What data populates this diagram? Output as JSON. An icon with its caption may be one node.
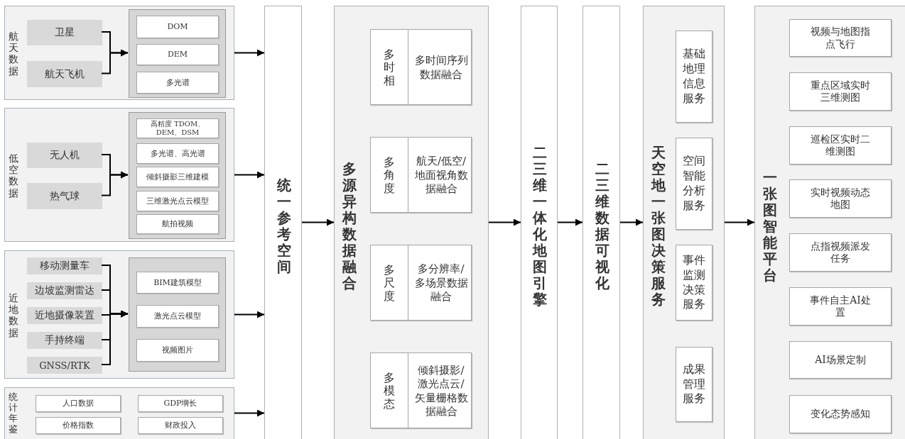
{
  "diagram": {
    "nodes": [
      {
        "text": [
          "航天数据"
        ]
      },
      {
        "text": [
          "卫星"
        ],
        "in": 0
      },
      {
        "text": [
          "航天飞机"
        ],
        "in": 0
      },
      {
        "text": [],
        "shape": "box",
        "in": 0
      },
      {
        "text": [
          "DOM"
        ],
        "in": 3
      },
      {
        "text": [
          "DEM"
        ],
        "in": 3
      },
      {
        "text": [
          "多光谱"
        ],
        "in": 3
      },
      {
        "text": [
          "低空数据"
        ]
      },
      {
        "text": [
          "无人机"
        ],
        "in": 7
      },
      {
        "text": [
          "热气球"
        ],
        "in": 7
      },
      {
        "text": [],
        "shape": "box",
        "in": 7
      },
      {
        "text": [
          "高精度 TDOM、DEM、DSM"
        ],
        "in": 10
      },
      {
        "text": [
          "多光谱、高光谱"
        ],
        "in": 10
      },
      {
        "text": [
          "倾斜摄影三维建模"
        ],
        "in": 10
      },
      {
        "text": [
          "三维激光点云模型"
        ],
        "in": 10
      },
      {
        "text": [
          "航拍视频"
        ],
        "in": 10
      },
      {
        "text": [
          "近地数据"
        ]
      },
      {
        "text": [
          "移动测量车"
        ],
        "in": 16
      },
      {
        "text": [
          "边坡监测雷达"
        ],
        "in": 16
      },
      {
        "text": [
          "近地摄像装置"
        ],
        "in": 16
      },
      {
        "text": [
          "手持终端"
        ],
        "in": 16
      },
      {
        "text": [
          "GNSS/RTK"
        ],
        "in": 16
      },
      {
        "text": [],
        "shape": "box",
        "in": 16
      },
      {
        "text": [
          "BIM建筑模型"
        ],
        "in": 22
      },
      {
        "text": [
          "激光点云模型"
        ],
        "in": 22
      },
      {
        "text": [
          "视频图片"
        ],
        "in": 22
      },
      {
        "text": [
          "统计年鉴"
        ]
      },
      {
        "text": [
          "人口数据"
        ],
        "in": 26
      },
      {
        "text": [
          "GDP增长"
        ],
        "in": 26
      },
      {
        "text": [
          "价格指数"
        ],
        "in": 26
      },
      {
        "text": [
          "财政投入"
        ],
        "in": 26
      },
      {
        "text": [
          "统一参考空间"
        ]
      },
      {
        "text": [
          "多源异构数据融合"
        ]
      },
      {
        "text": [
          "多时相",
          "多时间序列数据融合"
        ],
        "in": 32
      },
      {
        "text": [
          "多角度",
          "航天/低空/地面视角数据融合"
        ],
        "in": 32
      },
      {
        "text": [
          "多尺度",
          "多分辨率/多场景数据融合"
        ],
        "in": 32
      },
      {
        "text": [
          "多模态",
          "倾斜摄影/激光点云/矢量栅格数据融合"
        ],
        "in": 32
      },
      {
        "text": [
          "二三维一体化地图引擎"
        ]
      },
      {
        "text": [
          "二三维数据可视化"
        ]
      },
      {
        "text": [
          "天空地一张图决策服务"
        ]
      },
      {
        "text": [
          "基础地理信息服务"
        ],
        "in": 39
      },
      {
        "text": [
          "空间智能分析服务"
        ],
        "in": 39
      },
      {
        "text": [
          "事件监测决策服务"
        ],
        "in": 39
      },
      {
        "text": [
          "成果管理服务"
        ],
        "in": 39
      },
      {
        "text": [
          "一张图智能平台"
        ]
      },
      {
        "text": [
          "视频与地图指点飞行"
        ],
        "in": 44
      },
      {
        "text": [
          "重点区域实时三维测图"
        ],
        "in": 44
      },
      {
        "text": [
          "巡检区实时二维测图"
        ],
        "in": 44
      },
      {
        "text": [
          "实时视频动态地图"
        ],
        "in": 44
      },
      {
        "text": [
          "点指视频派发任务"
        ],
        "in": 44
      },
      {
        "text": [
          "事件自主AI处置"
        ],
        "in": 44
      },
      {
        "text": [
          "AI场景定制"
        ],
        "in": 44
      },
      {
        "text": [
          "变化态势感知"
        ],
        "in": 44
      }
    ],
    "edges": [
      {
        "from": 1,
        "to": 3,
        "arrow": "to"
      },
      {
        "from": 2,
        "to": 3,
        "arrow": "to"
      },
      {
        "from": 0,
        "to": 31,
        "arrow": "to"
      },
      {
        "from": 8,
        "to": 10,
        "arrow": "to"
      },
      {
        "from": 9,
        "to": 10,
        "arrow": "to"
      },
      {
        "from": 7,
        "to": 31,
        "arrow": "to"
      },
      {
        "from": 17,
        "to": 22,
        "arrow": "to"
      },
      {
        "from": 18,
        "to": 22,
        "arrow": "to"
      },
      {
        "from": 19,
        "to": 22,
        "arrow": "to"
      },
      {
        "from": 20,
        "to": 22,
        "arrow": "to"
      },
      {
        "from": 21,
        "to": 22,
        "arrow": "to"
      },
      {
        "from": 16,
        "to": 31,
        "arrow": "to"
      },
      {
        "from": 26,
        "to": 31,
        "arrow": "to"
      },
      {
        "from": 31,
        "to": 32,
        "arrow": "to"
      },
      {
        "from": 32,
        "to": 37,
        "arrow": "to"
      },
      {
        "from": 37,
        "to": 38,
        "arrow": "to"
      },
      {
        "from": 38,
        "to": 39,
        "arrow": "to"
      },
      {
        "from": 39,
        "to": 44,
        "arrow": "to"
      }
    ]
  }
}
